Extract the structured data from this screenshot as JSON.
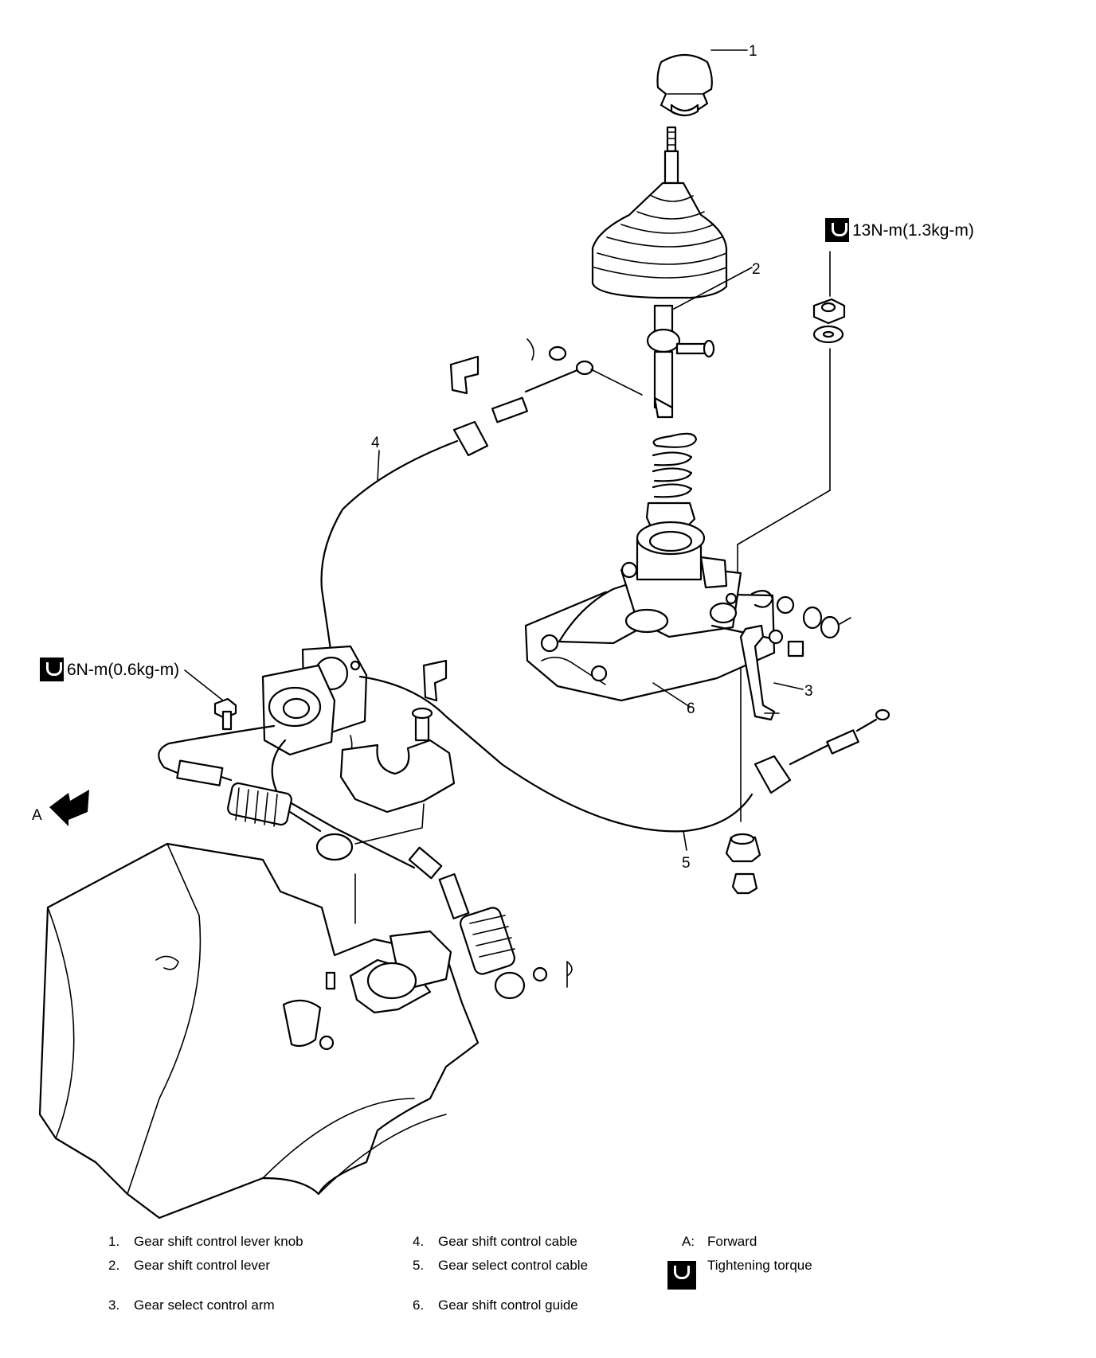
{
  "callouts": [
    {
      "id": "1",
      "label": "1"
    },
    {
      "id": "2",
      "label": "2"
    },
    {
      "id": "3",
      "label": "3"
    },
    {
      "id": "4",
      "label": "4"
    },
    {
      "id": "5",
      "label": "5"
    },
    {
      "id": "6",
      "label": "6"
    },
    {
      "id": "A",
      "label": "A"
    }
  ],
  "torques": {
    "upper": "13N-m(1.3kg-m)",
    "lower": "6N-m(0.6kg-m)"
  },
  "legend": {
    "items": [
      {
        "num": "1.",
        "text": "Gear shift control lever knob"
      },
      {
        "num": "2.",
        "text": "Gear shift control lever"
      },
      {
        "num": "3.",
        "text": "Gear select control arm"
      },
      {
        "num": "4.",
        "text": "Gear shift control cable"
      },
      {
        "num": "5.",
        "text": "Gear select control cable"
      },
      {
        "num": "6.",
        "text": "Gear shift control guide"
      }
    ],
    "forward": {
      "num": "A:",
      "text": "Forward"
    },
    "torque_note": "Tightening torque"
  },
  "icons": {
    "torque": "torque-wrench-icon",
    "forward": "forward-arrow-icon"
  }
}
